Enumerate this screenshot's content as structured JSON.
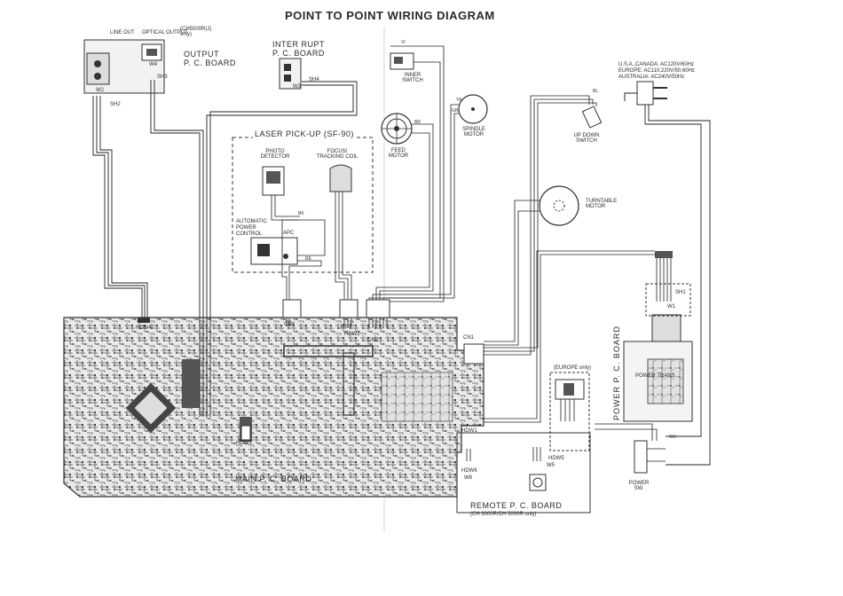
{
  "title": "POINT TO POINT WIRING DIAGRAM",
  "output_board": {
    "line_out": "LINE OUT",
    "optical_output": "OPTICAL OUTPUT",
    "optical_note": "(CH5000R(J) only)",
    "name_line1": "OUTPUT",
    "name_line2": "P. C. BOARD",
    "connectors": [
      "W2",
      "SH2",
      "SH3",
      "W4"
    ]
  },
  "interrupt_board": {
    "name_line1": "INTER RUPT",
    "name_line2": "P. C. BOARD",
    "connectors": [
      "SH4",
      "W3"
    ]
  },
  "laser_pickup": {
    "name": "LASER PICK-UP (SF-90)",
    "photo_detector": "PHOTO DETECTOR",
    "focus_coil": "FOCUS/ TRACKING COIL",
    "apc_label_lines": [
      "AUTOMATIC",
      "POWER",
      "CONTROL"
    ],
    "apc": "APC"
  },
  "components": {
    "inner_switch": "INNER SWITCH",
    "feed_motor": "FEED MOTOR",
    "spindle_motor": "SPINDLE MOTOR",
    "up_down_switch": "UP DOWN SWITCH",
    "turntable_motor": "TURNTABLE MOTOR",
    "power_sw": "POWER SW."
  },
  "ac_specs": {
    "line1": "U.S.A.,CANADA: AC120V/60Hz",
    "line2": "EUROPE: AC110,220V/50,60Hz",
    "line3": "AUSTRALIA: AC240V/50Hz"
  },
  "main_board": {
    "name": "MAIN P. C. BOARD",
    "connectors": [
      "HDW4",
      "CN4",
      "CN3",
      "HDW2",
      "CN2",
      "CN1",
      "HDW1",
      "HDW3"
    ]
  },
  "power_board": {
    "name": "POWER P. C. BOARD",
    "power_trans": "POWER TRANS",
    "europe_note": "(EUROPE only)",
    "connectors": [
      "SH1",
      "W1"
    ]
  },
  "remote_board": {
    "name": "REMOTE P. C. BOARD",
    "note": "(CH 3000R/CH 5000R only)",
    "connectors": [
      "HDW6",
      "W6",
      "HDW5",
      "W5"
    ]
  },
  "wire_colors": [
    "BK",
    "RE",
    "WH",
    "YE",
    "BL",
    "BR",
    "GR",
    "VI"
  ]
}
